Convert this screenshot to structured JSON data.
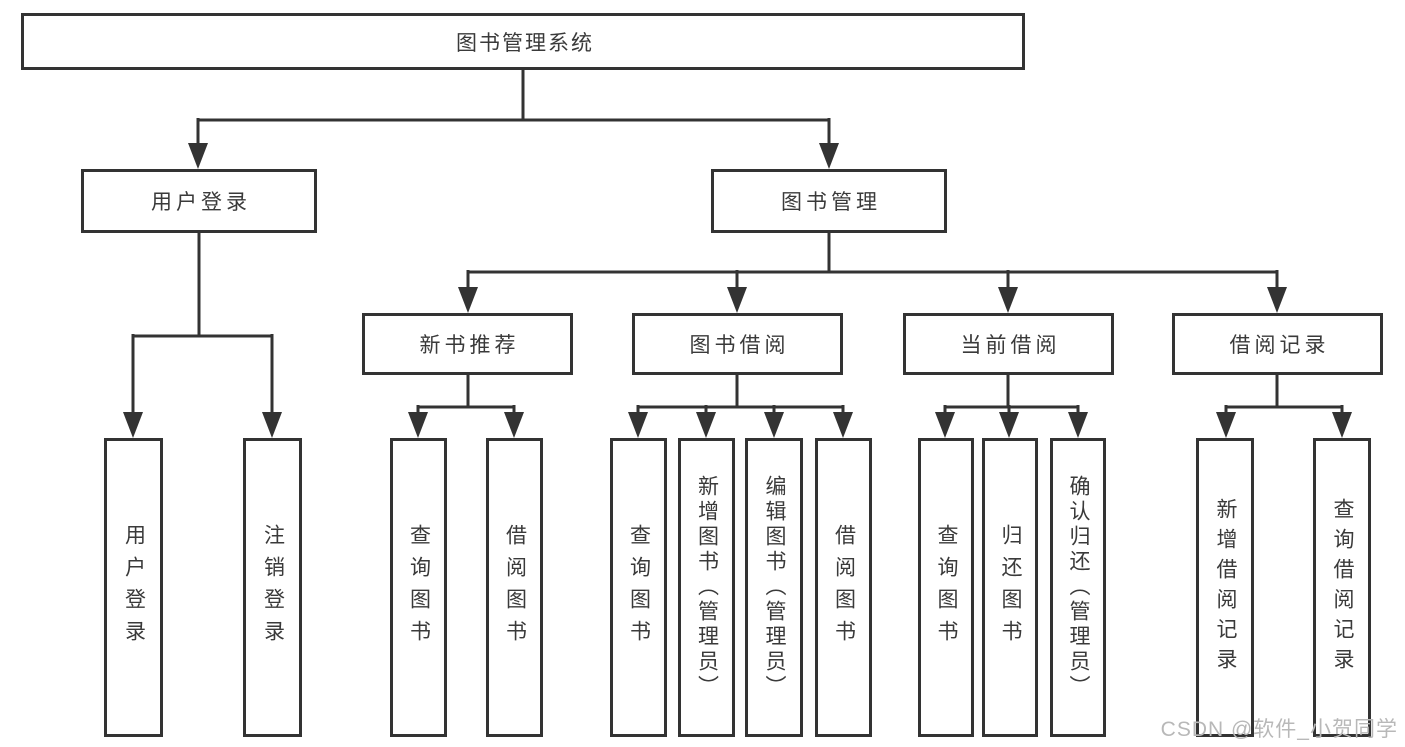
{
  "diagram": {
    "root": "图书管理系统",
    "branches": [
      {
        "label": "用户登录",
        "leaves": [
          "用户登录",
          "注销登录"
        ]
      },
      {
        "label": "图书管理",
        "sub_branches": [
          {
            "label": "新书推荐",
            "leaves": [
              "查询图书",
              "借阅图书"
            ]
          },
          {
            "label": "图书借阅",
            "leaves": [
              "查询图书",
              "新增图书（管理员）",
              "编辑图书（管理员）",
              "借阅图书"
            ]
          },
          {
            "label": "当前借阅",
            "leaves": [
              "查询图书",
              "归还图书",
              "确认归还（管理员）"
            ]
          },
          {
            "label": "借阅记录",
            "leaves": [
              "新增借阅记录",
              "查询借阅记录"
            ]
          }
        ]
      }
    ]
  },
  "watermark": {
    "text": "CSDN @软件_小贺同学"
  },
  "colors": {
    "line": "#333333",
    "node_border": "#333333",
    "node_text": "#3a3a3a",
    "background": "#ffffff",
    "watermark_text": "#b8b8b8"
  }
}
